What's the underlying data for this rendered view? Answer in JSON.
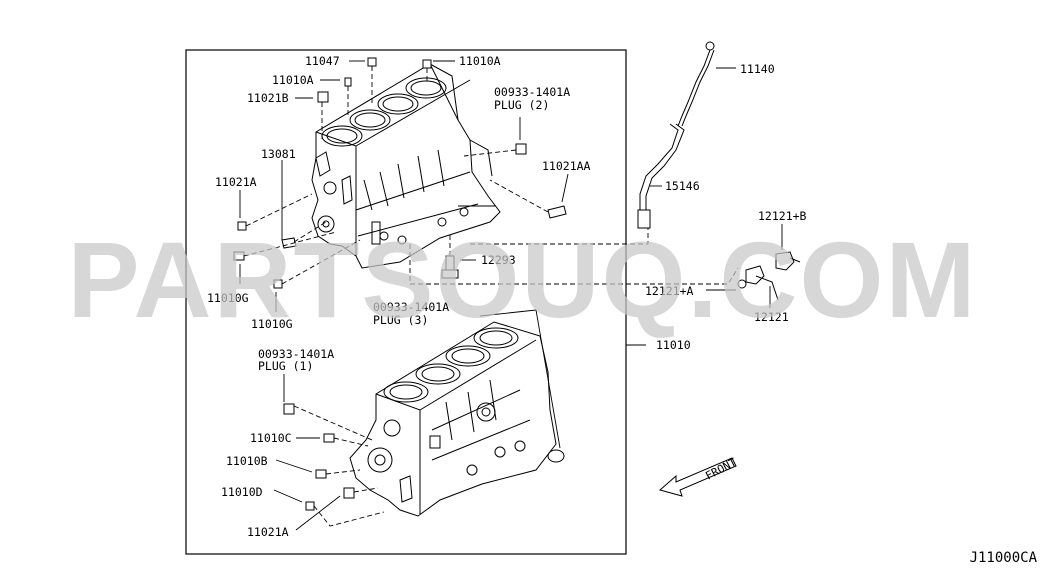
{
  "diagram_code": "J11000CA",
  "watermark_text": "PARTSOUQ.COM",
  "front_label": "FRONT",
  "parts": {
    "p11047": "11047",
    "p11010A_a": "11010A",
    "p11010A_b": "11010A",
    "p11021B": "11021B",
    "plug2_code": "00933-1401A",
    "plug2_label": "PLUG (2)",
    "p13081": "13081",
    "p11021AA": "11021AA",
    "p11021A_top": "11021A",
    "p11010G_a": "11010G",
    "p11010G_b": "11010G",
    "p12293": "12293",
    "p11140": "11140",
    "p15146": "15146",
    "p12121B": "12121+B",
    "p12121A": "12121+A",
    "p12121": "12121",
    "plug3_code": "00933-1401A",
    "plug3_label": "PLUG (3)",
    "p11010": "11010",
    "plug1_code": "00933-1401A",
    "plug1_label": "PLUG (1)",
    "p11010C": "11010C",
    "p11010B": "11010B",
    "p11010D": "11010D",
    "p11021A_bottom": "11021A"
  }
}
